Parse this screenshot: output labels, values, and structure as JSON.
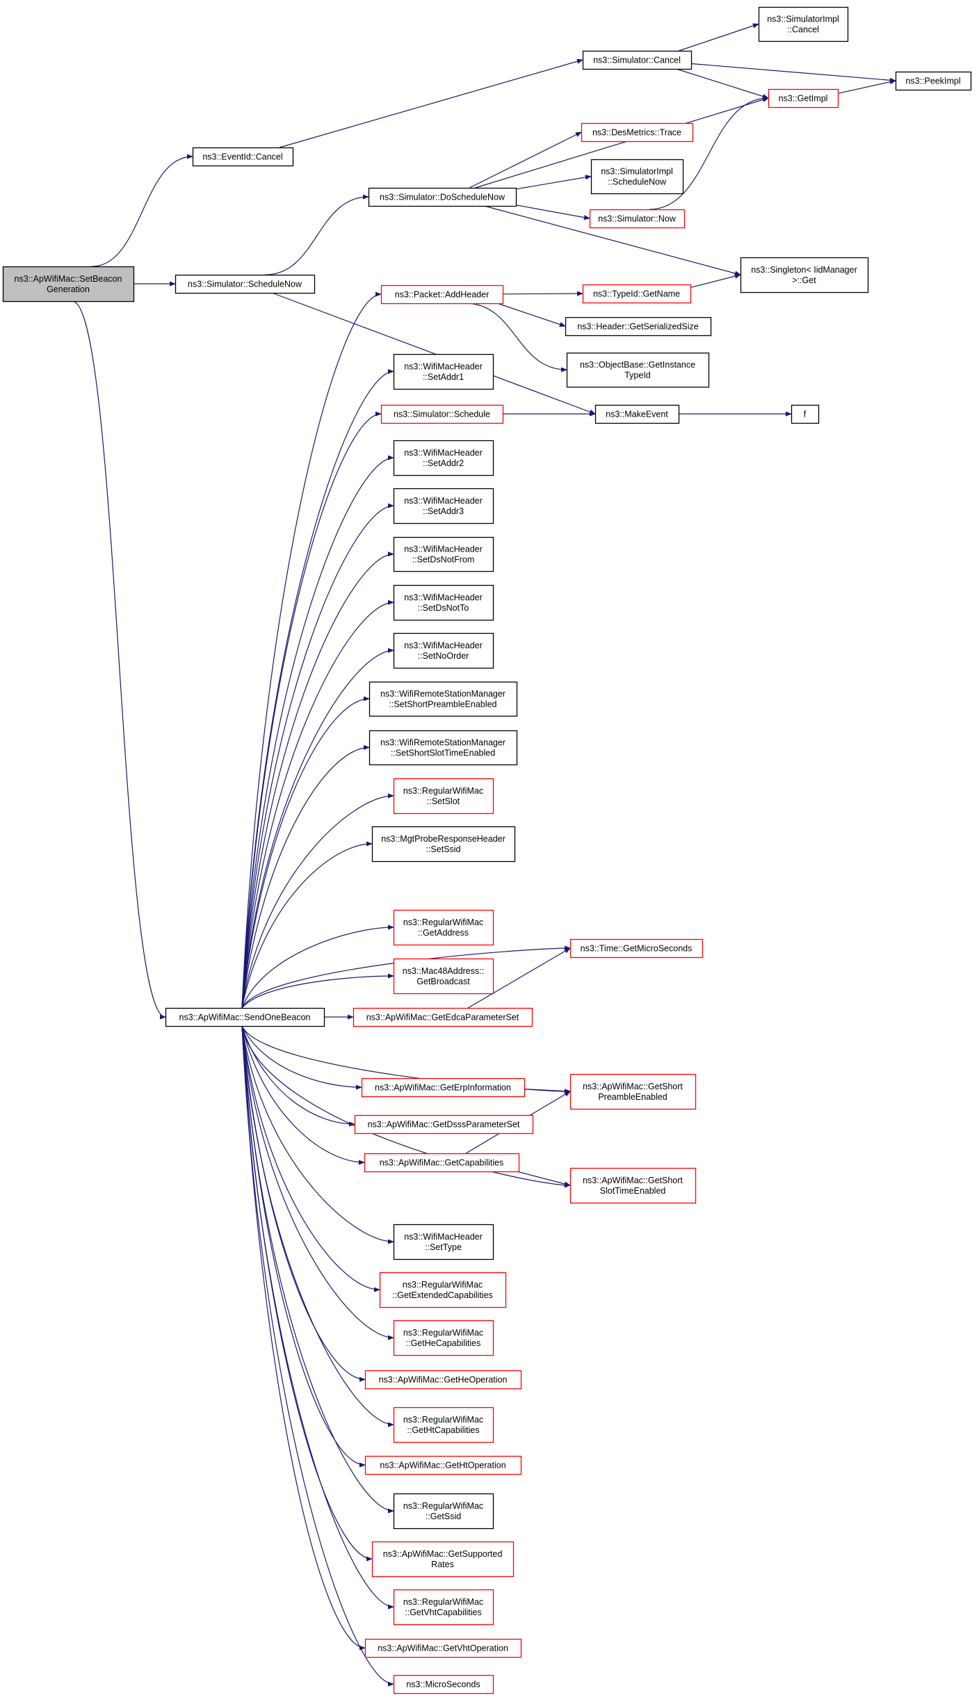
{
  "graph": {
    "colors": {
      "edge": "#191970",
      "border_default": "#000000",
      "border_truncated": "#ff0000",
      "root_fill": "#bfbfbf",
      "node_fill": "#ffffff"
    },
    "nodes": {
      "setbeacon": {
        "lines": [
          "ns3::ApWifiMac::SetBeacon",
          "Generation"
        ],
        "style": "root"
      },
      "eventidcancel": {
        "lines": [
          "ns3::EventId::Cancel"
        ],
        "style": "default"
      },
      "simcancel": {
        "lines": [
          "ns3::Simulator::Cancel"
        ],
        "style": "default"
      },
      "simimplcancel": {
        "lines": [
          "ns3::SimulatorImpl",
          "::Cancel"
        ],
        "style": "default"
      },
      "peekimpl": {
        "lines": [
          "ns3::PeekImpl"
        ],
        "style": "default"
      },
      "getimpl": {
        "lines": [
          "ns3::GetImpl"
        ],
        "style": "truncated"
      },
      "desmetrics": {
        "lines": [
          "ns3::DesMetrics::Trace"
        ],
        "style": "truncated"
      },
      "doschedulenow": {
        "lines": [
          "ns3::Simulator::DoScheduleNow"
        ],
        "style": "default"
      },
      "simimplschedulenow": {
        "lines": [
          "ns3::SimulatorImpl",
          "::ScheduleNow"
        ],
        "style": "default"
      },
      "simnow": {
        "lines": [
          "ns3::Simulator::Now"
        ],
        "style": "truncated"
      },
      "schedulenow": {
        "lines": [
          "ns3::Simulator::ScheduleNow"
        ],
        "style": "default"
      },
      "singleton": {
        "lines": [
          "ns3::Singleton< IidManager",
          ">::Get"
        ],
        "style": "default"
      },
      "addheader": {
        "lines": [
          "ns3::Packet::AddHeader"
        ],
        "style": "truncated"
      },
      "typeidgetname": {
        "lines": [
          "ns3::TypeId::GetName"
        ],
        "style": "truncated"
      },
      "getserializedsize": {
        "lines": [
          "ns3::Header::GetSerializedSize"
        ],
        "style": "default"
      },
      "getinstancetypeid": {
        "lines": [
          "ns3::ObjectBase::GetInstance",
          "TypeId"
        ],
        "style": "default"
      },
      "setaddr1": {
        "lines": [
          "ns3::WifiMacHeader",
          "::SetAddr1"
        ],
        "style": "default"
      },
      "simschedule": {
        "lines": [
          "ns3::Simulator::Schedule"
        ],
        "style": "truncated"
      },
      "makeevent": {
        "lines": [
          "ns3::MakeEvent"
        ],
        "style": "default"
      },
      "f": {
        "lines": [
          "f"
        ],
        "style": "default"
      },
      "setaddr2": {
        "lines": [
          "ns3::WifiMacHeader",
          "::SetAddr2"
        ],
        "style": "default"
      },
      "setaddr3": {
        "lines": [
          "ns3::WifiMacHeader",
          "::SetAddr3"
        ],
        "style": "default"
      },
      "setdsnotfrom": {
        "lines": [
          "ns3::WifiMacHeader",
          "::SetDsNotFrom"
        ],
        "style": "default"
      },
      "setdsnotto": {
        "lines": [
          "ns3::WifiMacHeader",
          "::SetDsNotTo"
        ],
        "style": "default"
      },
      "setnoorder": {
        "lines": [
          "ns3::WifiMacHeader",
          "::SetNoOrder"
        ],
        "style": "default"
      },
      "setshortpreamble": {
        "lines": [
          "ns3::WifiRemoteStationManager",
          "::SetShortPreambleEnabled"
        ],
        "style": "default"
      },
      "setshortslot": {
        "lines": [
          "ns3::WifiRemoteStationManager",
          "::SetShortSlotTimeEnabled"
        ],
        "style": "default"
      },
      "setslot": {
        "lines": [
          "ns3::RegularWifiMac",
          "::SetSlot"
        ],
        "style": "truncated"
      },
      "setssid": {
        "lines": [
          "ns3::MgtProbeResponseHeader",
          "::SetSsid"
        ],
        "style": "default"
      },
      "getaddress": {
        "lines": [
          "ns3::RegularWifiMac",
          "::GetAddress"
        ],
        "style": "truncated"
      },
      "getmicroseconds": {
        "lines": [
          "ns3::Time::GetMicroSeconds"
        ],
        "style": "truncated"
      },
      "getbroadcast": {
        "lines": [
          "ns3::Mac48Address::",
          "GetBroadcast"
        ],
        "style": "truncated"
      },
      "sendonebeacon": {
        "lines": [
          "ns3::ApWifiMac::SendOneBeacon"
        ],
        "style": "default"
      },
      "getedca": {
        "lines": [
          "ns3::ApWifiMac::GetEdcaParameterSet"
        ],
        "style": "truncated"
      },
      "geterp": {
        "lines": [
          "ns3::ApWifiMac::GetErpInformation"
        ],
        "style": "truncated"
      },
      "getshortpreamble": {
        "lines": [
          "ns3::ApWifiMac::GetShort",
          "PreambleEnabled"
        ],
        "style": "truncated"
      },
      "getdsss": {
        "lines": [
          "ns3::ApWifiMac::GetDsssParameterSet"
        ],
        "style": "truncated"
      },
      "getcapabilities": {
        "lines": [
          "ns3::ApWifiMac::GetCapabilities"
        ],
        "style": "truncated"
      },
      "getshortslot": {
        "lines": [
          "ns3::ApWifiMac::GetShort",
          "SlotTimeEnabled"
        ],
        "style": "truncated"
      },
      "settype": {
        "lines": [
          "ns3::WifiMacHeader",
          "::SetType"
        ],
        "style": "default"
      },
      "getextcap": {
        "lines": [
          "ns3::RegularWifiMac",
          "::GetExtendedCapabilities"
        ],
        "style": "truncated"
      },
      "gethecap": {
        "lines": [
          "ns3::RegularWifiMac",
          "::GetHeCapabilities"
        ],
        "style": "truncated"
      },
      "getheop": {
        "lines": [
          "ns3::ApWifiMac::GetHeOperation"
        ],
        "style": "truncated"
      },
      "gethtcap": {
        "lines": [
          "ns3::RegularWifiMac",
          "::GetHtCapabilities"
        ],
        "style": "truncated"
      },
      "gethtop": {
        "lines": [
          "ns3::ApWifiMac::GetHtOperation"
        ],
        "style": "truncated"
      },
      "getssid": {
        "lines": [
          "ns3::RegularWifiMac",
          "::GetSsid"
        ],
        "style": "default"
      },
      "getsupportedrates": {
        "lines": [
          "ns3::ApWifiMac::GetSupported",
          "Rates"
        ],
        "style": "truncated"
      },
      "getvhtcap": {
        "lines": [
          "ns3::RegularWifiMac",
          "::GetVhtCapabilities"
        ],
        "style": "truncated"
      },
      "getvhtop": {
        "lines": [
          "ns3::ApWifiMac::GetVhtOperation"
        ],
        "style": "truncated"
      },
      "microseconds": {
        "lines": [
          "ns3::MicroSeconds"
        ],
        "style": "truncated"
      }
    },
    "edges": [
      [
        "setbeacon",
        "eventidcancel"
      ],
      [
        "setbeacon",
        "schedulenow"
      ],
      [
        "setbeacon",
        "sendonebeacon"
      ],
      [
        "eventidcancel",
        "simcancel"
      ],
      [
        "simcancel",
        "simimplcancel"
      ],
      [
        "simcancel",
        "getimpl"
      ],
      [
        "simcancel",
        "peekimpl"
      ],
      [
        "getimpl",
        "peekimpl"
      ],
      [
        "schedulenow",
        "doschedulenow"
      ],
      [
        "schedulenow",
        "makeevent"
      ],
      [
        "doschedulenow",
        "getimpl"
      ],
      [
        "doschedulenow",
        "desmetrics"
      ],
      [
        "doschedulenow",
        "simimplschedulenow"
      ],
      [
        "doschedulenow",
        "simnow"
      ],
      [
        "doschedulenow",
        "singleton"
      ],
      [
        "simnow",
        "getimpl"
      ],
      [
        "addheader",
        "typeidgetname"
      ],
      [
        "addheader",
        "getserializedsize"
      ],
      [
        "addheader",
        "getinstancetypeid"
      ],
      [
        "typeidgetname",
        "singleton"
      ],
      [
        "simschedule",
        "makeevent"
      ],
      [
        "makeevent",
        "f"
      ],
      [
        "sendonebeacon",
        "addheader"
      ],
      [
        "sendonebeacon",
        "setaddr1"
      ],
      [
        "sendonebeacon",
        "simschedule"
      ],
      [
        "sendonebeacon",
        "setaddr2"
      ],
      [
        "sendonebeacon",
        "setaddr3"
      ],
      [
        "sendonebeacon",
        "setdsnotfrom"
      ],
      [
        "sendonebeacon",
        "setdsnotto"
      ],
      [
        "sendonebeacon",
        "setnoorder"
      ],
      [
        "sendonebeacon",
        "setshortpreamble"
      ],
      [
        "sendonebeacon",
        "setshortslot"
      ],
      [
        "sendonebeacon",
        "setslot"
      ],
      [
        "sendonebeacon",
        "setssid"
      ],
      [
        "sendonebeacon",
        "getmicroseconds"
      ],
      [
        "sendonebeacon",
        "getaddress"
      ],
      [
        "sendonebeacon",
        "getbroadcast"
      ],
      [
        "sendonebeacon",
        "getedca"
      ],
      [
        "sendonebeacon",
        "getshortpreamble"
      ],
      [
        "sendonebeacon",
        "geterp"
      ],
      [
        "sendonebeacon",
        "getdsss"
      ],
      [
        "sendonebeacon",
        "getcapabilities"
      ],
      [
        "sendonebeacon",
        "getshortslot"
      ],
      [
        "sendonebeacon",
        "settype"
      ],
      [
        "sendonebeacon",
        "getextcap"
      ],
      [
        "sendonebeacon",
        "gethecap"
      ],
      [
        "sendonebeacon",
        "getheop"
      ],
      [
        "sendonebeacon",
        "gethtcap"
      ],
      [
        "sendonebeacon",
        "gethtop"
      ],
      [
        "sendonebeacon",
        "getssid"
      ],
      [
        "sendonebeacon",
        "getsupportedrates"
      ],
      [
        "sendonebeacon",
        "getvhtcap"
      ],
      [
        "sendonebeacon",
        "getvhtop"
      ],
      [
        "sendonebeacon",
        "microseconds"
      ],
      [
        "getedca",
        "getmicroseconds"
      ],
      [
        "geterp",
        "getshortpreamble"
      ],
      [
        "getcapabilities",
        "getshortpreamble"
      ],
      [
        "getcapabilities",
        "getshortslot"
      ]
    ]
  }
}
